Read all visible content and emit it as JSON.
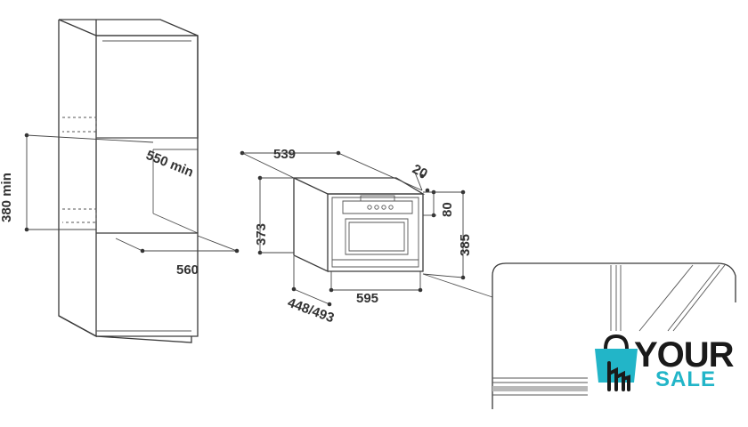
{
  "dimensions": {
    "cabinet_height_min": "380 min",
    "cabinet_depth_min": "550 min",
    "cabinet_width": "560",
    "oven_depth": "539",
    "front_offset": "20",
    "oven_height": "373",
    "panel_height": "80",
    "front_height": "385",
    "front_width": "595",
    "door_depth": "448/493"
  },
  "brand": {
    "word_top": "YOUR",
    "word_bottom": "SALE",
    "accent_color": "#22b5c8",
    "icon": "shopping-bag-hand-icon"
  }
}
